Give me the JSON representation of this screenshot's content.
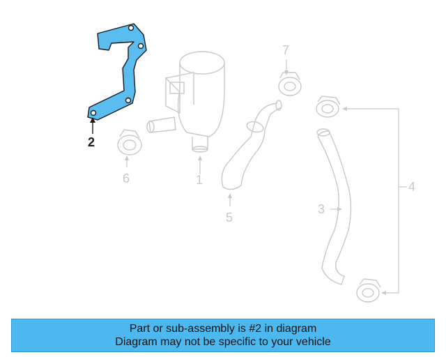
{
  "diagram": {
    "callouts": [
      {
        "id": "c1",
        "label": "1"
      },
      {
        "id": "c2",
        "label": "2"
      },
      {
        "id": "c3",
        "label": "3"
      },
      {
        "id": "c4",
        "label": "4"
      },
      {
        "id": "c5",
        "label": "5"
      },
      {
        "id": "c6",
        "label": "6"
      },
      {
        "id": "c7",
        "label": "7"
      }
    ],
    "highlight_color": "#5bbcf0",
    "faded_color": "#c8c8c8"
  },
  "banner": {
    "line1": "Part or sub-assembly is #2 in diagram",
    "line2": "Diagram may not be specific to your vehicle",
    "color": "#4db8ef"
  }
}
